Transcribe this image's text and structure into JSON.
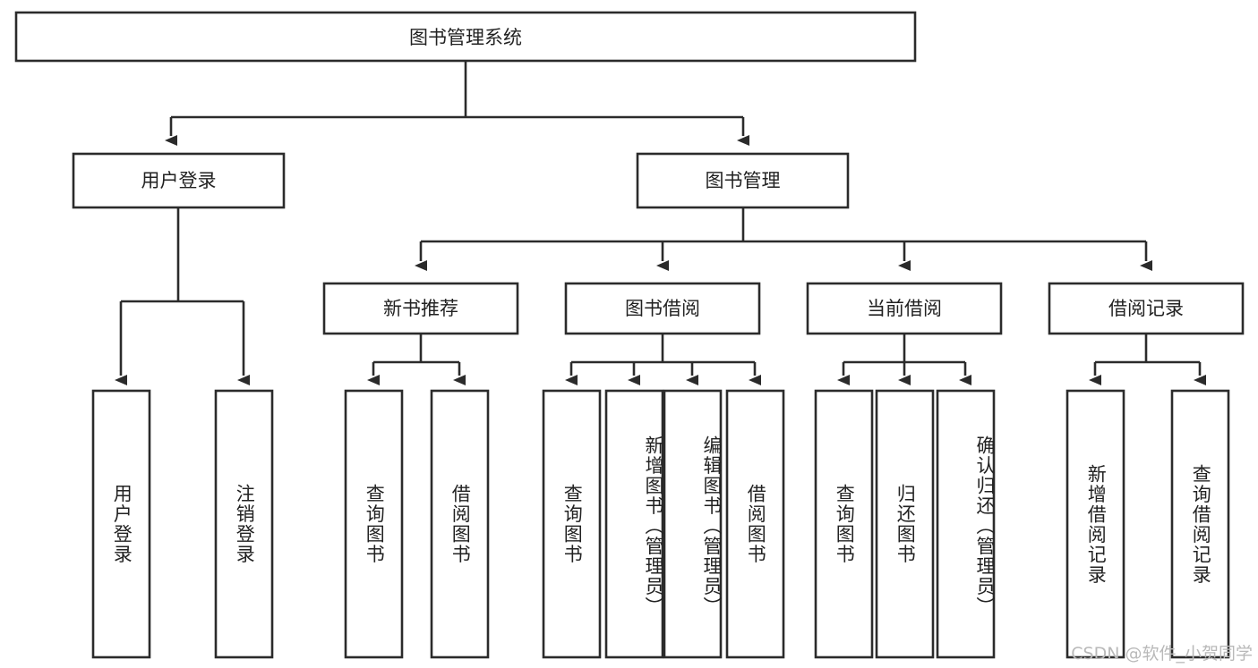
{
  "diagram": {
    "type": "tree-hierarchy",
    "root": {
      "label": "图书管理系统"
    },
    "level1": [
      {
        "label": "用户登录"
      },
      {
        "label": "图书管理"
      }
    ],
    "level2": [
      {
        "label": "新书推荐"
      },
      {
        "label": "图书借阅"
      },
      {
        "label": "当前借阅"
      },
      {
        "label": "借阅记录"
      }
    ],
    "leaves": {
      "user_login": [
        {
          "label": "用户登录"
        },
        {
          "label": "注销登录"
        }
      ],
      "new_book_recommend": [
        {
          "label": "查询图书"
        },
        {
          "label": "借阅图书"
        }
      ],
      "book_borrow": [
        {
          "label": "查询图书"
        },
        {
          "label": "新增图书（管理员）"
        },
        {
          "label": "编辑图书（管理员）"
        },
        {
          "label": "借阅图书"
        }
      ],
      "current_borrow": [
        {
          "label": "查询图书"
        },
        {
          "label": "归还图书"
        },
        {
          "label": "确认归还（管理员）"
        }
      ],
      "borrow_record": [
        {
          "label": "新增借阅记录"
        },
        {
          "label": "查询借阅记录"
        }
      ]
    }
  },
  "watermark": {
    "text": "CSDN @软件_小贺同学"
  },
  "colors": {
    "stroke": "#2b2b2b",
    "background": "#ffffff",
    "text": "#222222",
    "watermark": "#b9b9b9"
  }
}
